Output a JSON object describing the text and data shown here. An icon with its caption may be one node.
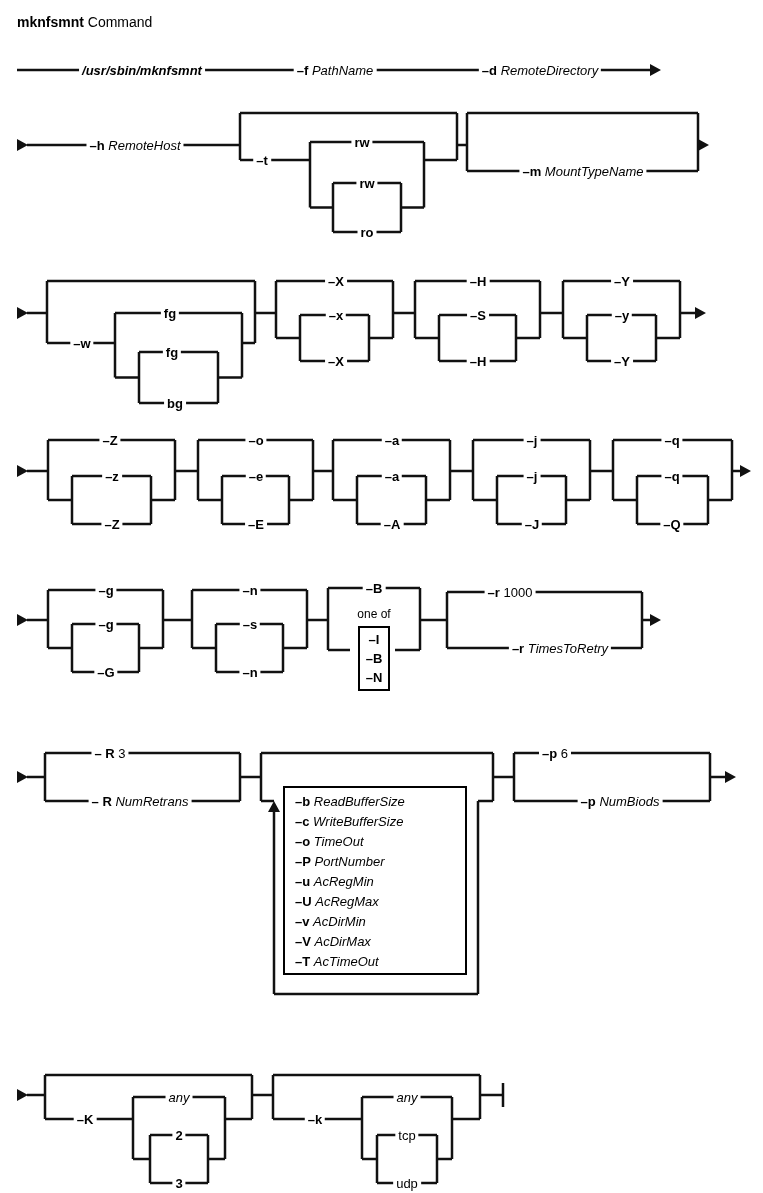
{
  "diagram": {
    "title": "**mknfsmnt** Command",
    "nodes": [
      {
        "text": [
          "one of",
          "–I",
          "–B",
          "–N"
        ]
      },
      {
        "text": [
          "**–b** *ReadBufferSize*",
          "**–c** *WriteBufferSize*",
          "**–o** *TimeOut*",
          "**–P** *PortNumber*",
          "**–u** *AcRegMin*",
          "**–U** *AcRegMax*",
          "**–v** *AcDirMin*",
          "**–V** *AcDirMax*",
          "**–T** *AcTimeOut*"
        ]
      }
    ],
    "labels": [
      "/usr/sbin/mknfsmnt",
      "**–f** *PathName*",
      "**–d** *RemoteDirectory*",
      "**–h** *RemoteHost*",
      "–t",
      "rw",
      "rw",
      "ro",
      "**–m** *MountTypeName*",
      "–w",
      "fg",
      "fg",
      "bg",
      "–X",
      "–x",
      "–X",
      "–H",
      "–S",
      "–H",
      "–Y",
      "–y",
      "–Y",
      "–Z",
      "–z",
      "–Z",
      "–o",
      "–e",
      "–E",
      "–a",
      "–a",
      "–A",
      "–j",
      "–j",
      "–J",
      "–q",
      "–q",
      "–Q",
      "–g",
      "–g",
      "–G",
      "–n",
      "–s",
      "–n",
      "–B",
      "**–r** 1000",
      "**–r** *TimesToRetry*",
      "**– R** 3",
      "**– R** *NumRetrans*",
      "**–p** 6",
      "**–p** *NumBiods*",
      "–K",
      "any",
      "2",
      "3",
      "–k",
      "any",
      "tcp",
      "udp"
    ]
  }
}
